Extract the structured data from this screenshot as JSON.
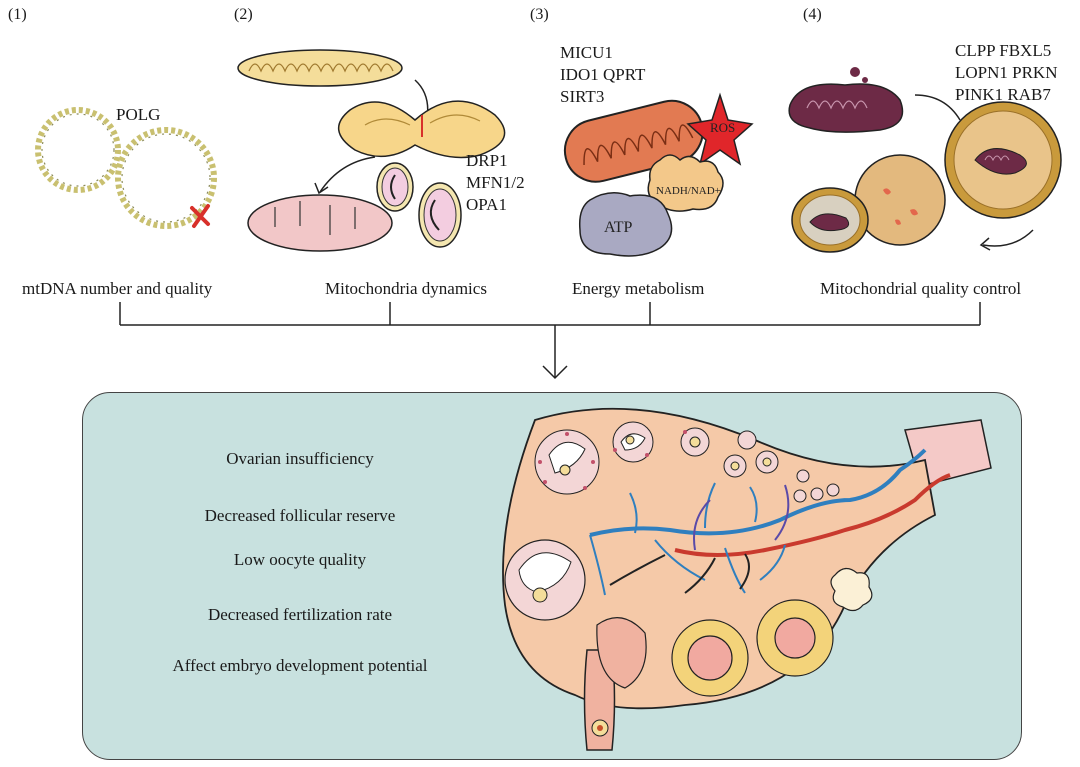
{
  "panels": [
    {
      "number": "(1)",
      "genes": [
        "POLG"
      ],
      "caption": "mtDNA number and quality"
    },
    {
      "number": "(2)",
      "genes": [
        "DRP1",
        "MFN1/2",
        "OPA1"
      ],
      "caption": "Mitochondria dynamics"
    },
    {
      "number": "(3)",
      "genes": [
        "MICU1",
        "IDO1 QPRT",
        "SIRT3"
      ],
      "caption": "Energy metabolism",
      "labels": {
        "ros": "ROS",
        "nadh": "NADH/NAD+",
        "atp": "ATP"
      }
    },
    {
      "number": "(4)",
      "genes": [
        "CLPP FBXL5",
        "LOPN1 PRKN",
        "PINK1 RAB7"
      ],
      "caption": "Mitochondrial quality control"
    }
  ],
  "effects": [
    "Ovarian insufficiency",
    "Decreased follicular reserve",
    "Low oocyte quality",
    "Decreased fertilization rate",
    "Affect embryo development potential"
  ],
  "colors": {
    "panel_bg": "#c8e1df",
    "ovary": "#f5c9a8",
    "mito_orange": "#e27a52",
    "ros_star": "#e0262a",
    "vein_blue": "#2f7fbf",
    "artery_red": "#c93a2e"
  }
}
